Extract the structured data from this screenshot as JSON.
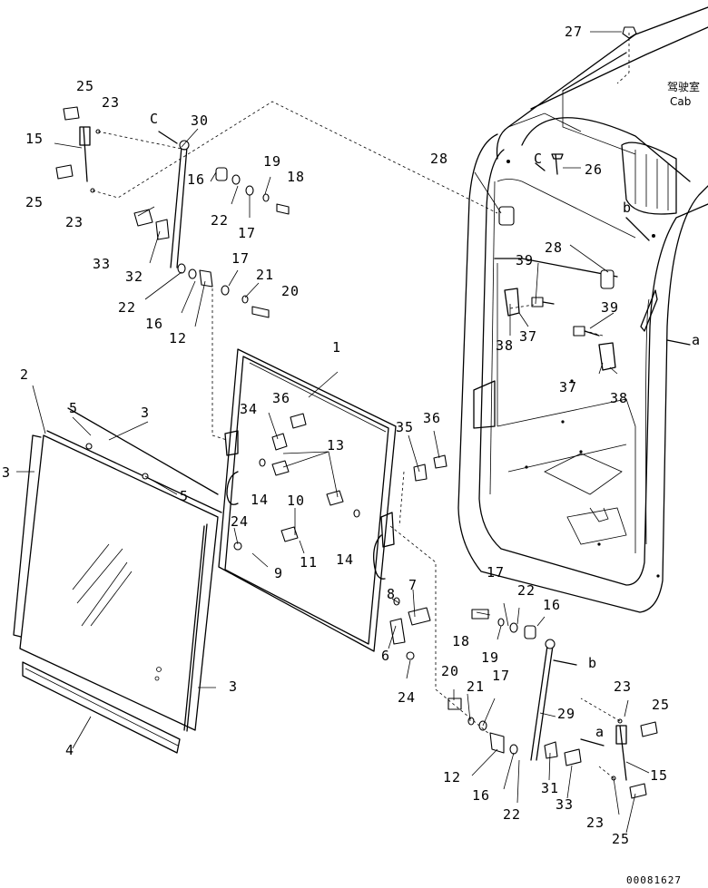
{
  "cab_label_jp": "驾驶室",
  "cab_label_en": "Cab",
  "drawing_number": "00081627",
  "view_letters": {
    "c1": "C",
    "c2": "C",
    "b1": "b",
    "b2": "b",
    "a1": "a",
    "a2": "a"
  },
  "callouts": {
    "n1": "1",
    "n2": "2",
    "n3a": "3",
    "n3b": "3",
    "n3c": "3",
    "n4": "4",
    "n5a": "5",
    "n5b": "5",
    "n6": "6",
    "n7": "7",
    "n8": "8",
    "n9": "9",
    "n10": "10",
    "n11": "11",
    "n12a": "12",
    "n12b": "12",
    "n13": "13",
    "n14a": "14",
    "n14b": "14",
    "n15a": "15",
    "n15b": "15",
    "n16a": "16",
    "n16b": "16",
    "n16c": "16",
    "n16d": "16",
    "n17a": "17",
    "n17b": "17",
    "n17c": "17",
    "n17d": "17",
    "n18a": "18",
    "n18b": "18",
    "n19a": "19",
    "n19b": "19",
    "n20a": "20",
    "n20b": "20",
    "n21a": "21",
    "n21b": "21",
    "n22a": "22",
    "n22b": "22",
    "n22c": "22",
    "n22d": "22",
    "n23a": "23",
    "n23b": "23",
    "n23c": "23",
    "n23d": "23",
    "n24a": "24",
    "n24b": "24",
    "n25a": "25",
    "n25b": "25",
    "n25c": "25",
    "n25d": "25",
    "n26": "26",
    "n27": "27",
    "n28a": "28",
    "n28b": "28",
    "n29": "29",
    "n30": "30",
    "n31": "31",
    "n32": "32",
    "n33a": "33",
    "n33b": "33",
    "n34": "34",
    "n35": "35",
    "n36a": "36",
    "n36b": "36",
    "n37a": "37",
    "n37b": "37",
    "n38a": "38",
    "n38b": "38",
    "n39a": "39",
    "n39b": "39"
  }
}
